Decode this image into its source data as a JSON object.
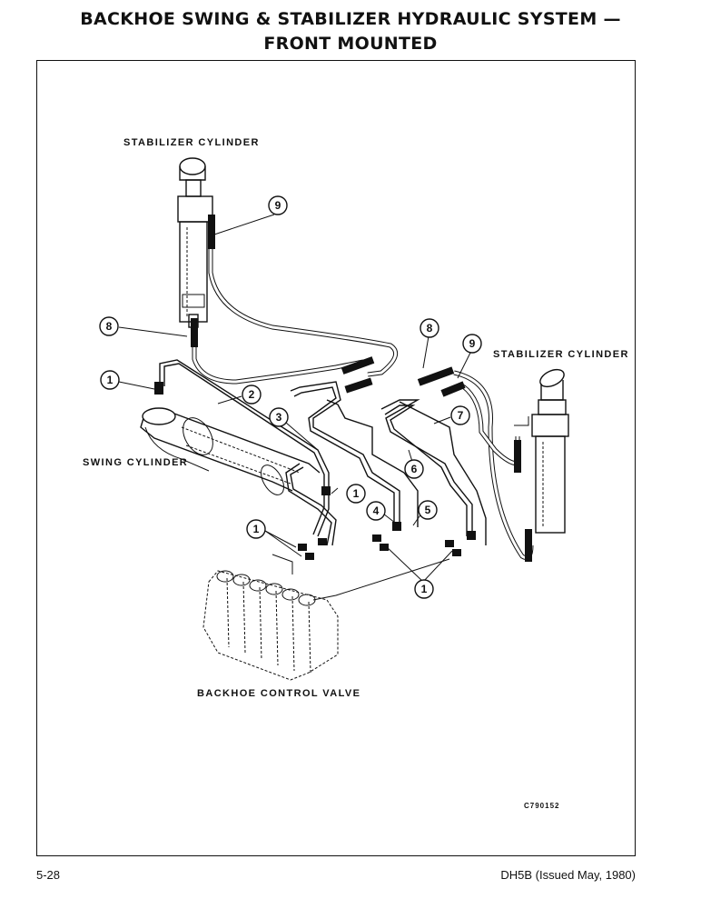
{
  "title": {
    "line1": "BACKHOE SWING & STABILIZER HYDRAULIC SYSTEM —",
    "line2": "FRONT MOUNTED"
  },
  "labels": {
    "stabilizer_left": "STABILIZER CYLINDER",
    "stabilizer_right": "STABILIZER CYLINDER",
    "swing": "SWING CYLINDER",
    "control_valve": "BACKHOE CONTROL VALVE"
  },
  "callouts": {
    "c1": "1",
    "c2": "2",
    "c3": "3",
    "c4": "4",
    "c5": "5",
    "c6": "6",
    "c7": "7",
    "c8": "8",
    "c9": "9"
  },
  "figure_code": "C790152",
  "footer": {
    "page": "5-28",
    "doc": "DH5B (Issued May, 1980)"
  }
}
